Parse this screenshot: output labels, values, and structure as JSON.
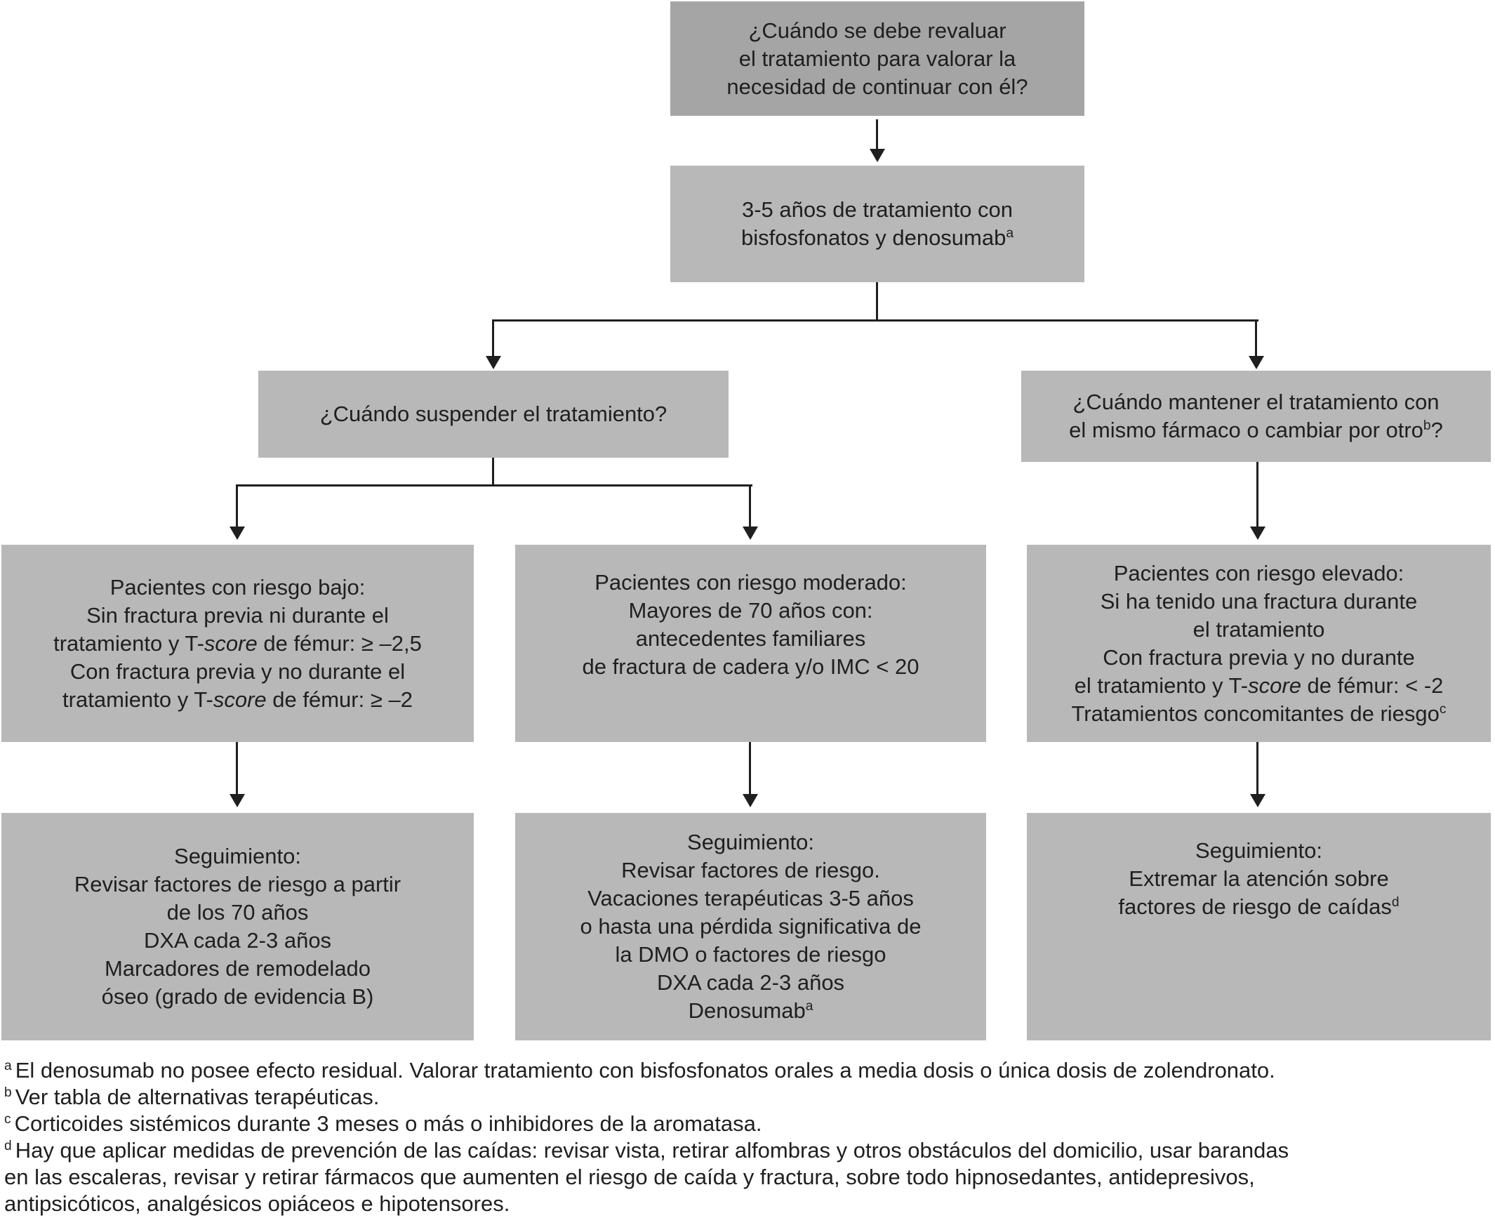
{
  "palette": {
    "background": "#ffffff",
    "box_dark": "#a5a5a5",
    "box_light": "#b8b8b8",
    "line_color": "#1f1f1f",
    "text_color": "#1f1f1f"
  },
  "boxes": {
    "q_main": {
      "l1": "¿Cuándo se debe revaluar",
      "l2": "el tratamiento para valorar la",
      "l3": "necesidad de continuar con él?"
    },
    "treatment": {
      "l1": "3-5 años de tratamiento con",
      "l2_text": "bisfosfonatos y denosumab",
      "l2_sup": "a"
    },
    "q_suspend": {
      "l1": "¿Cuándo suspender el tratamiento?"
    },
    "q_maintain": {
      "l1": "¿Cuándo mantener el tratamiento con",
      "l2_text": "el mismo fármaco o cambiar por otro",
      "l2_sup": "b",
      "l2_after": "?"
    },
    "risk_low": {
      "l1": "Pacientes con riesgo bajo:",
      "l2": "Sin fractura previa ni durante el",
      "l3_a": "tratamiento y T-",
      "l3_i": "score",
      "l3_b": " de fémur: ≥ –2,5",
      "l4": "Con fractura previa y no durante el",
      "l5_a": "tratamiento y T-",
      "l5_i": "score",
      "l5_b": " de fémur: ≥ –2"
    },
    "risk_mod": {
      "l1": "Pacientes con riesgo moderado:",
      "l2": "Mayores de 70 años con:",
      "l3": "antecedentes familiares",
      "l4": "de fractura de cadera y/o IMC < 20"
    },
    "risk_high": {
      "l1": "Pacientes con riesgo elevado:",
      "l2": "Si ha tenido una fractura durante",
      "l3": "el tratamiento",
      "l4": "Con fractura previa y no durante",
      "l5_a": "el tratamiento y T-",
      "l5_i": "score",
      "l5_b": " de fémur: < -2",
      "l6_text": "Tratamientos concomitantes de riesgo",
      "l6_sup": "c"
    },
    "follow_low": {
      "l1": "Seguimiento:",
      "l2": "Revisar factores de riesgo a partir",
      "l3": "de los 70 años",
      "l4": "DXA cada 2-3 años",
      "l5": "Marcadores de remodelado",
      "l6": "óseo (grado de evidencia B)"
    },
    "follow_mod": {
      "l1": "Seguimiento:",
      "l2": "Revisar factores de riesgo.",
      "l3": "Vacaciones terapéuticas 3-5 años",
      "l4": "o hasta una pérdida significativa de",
      "l5": "la DMO o factores de riesgo",
      "l6": "DXA cada 2-3 años",
      "l7_text": "Denosumab",
      "l7_sup": "a"
    },
    "follow_high": {
      "l1": "Seguimiento:",
      "l2": "Extremar la atención sobre",
      "l3_text": "factores de riesgo de caídas",
      "l3_sup": "d"
    }
  },
  "footnotes": {
    "a": {
      "sup": "a",
      "l1": "El denosumab no posee efecto residual. Valorar tratamiento con bisfosfonatos orales a media dosis o única dosis de zolendronato."
    },
    "b": {
      "sup": "b",
      "l1": "Ver tabla de alternativas terapéuticas."
    },
    "c": {
      "sup": "c",
      "l1": "Corticoides sistémicos durante 3 meses o más o inhibidores de la aromatasa."
    },
    "d": {
      "sup": "d",
      "l1": "Hay que aplicar medidas de prevención de las caídas: revisar vista, retirar alfombras y otros obstáculos del domicilio, usar barandas",
      "l2": "en las escaleras, revisar y retirar fármacos que aumenten el riesgo de caída y fractura, sobre todo hipnosedantes, antidepresivos,",
      "l3": "antipsicóticos, analgésicos opiáceos e hipotensores."
    }
  }
}
